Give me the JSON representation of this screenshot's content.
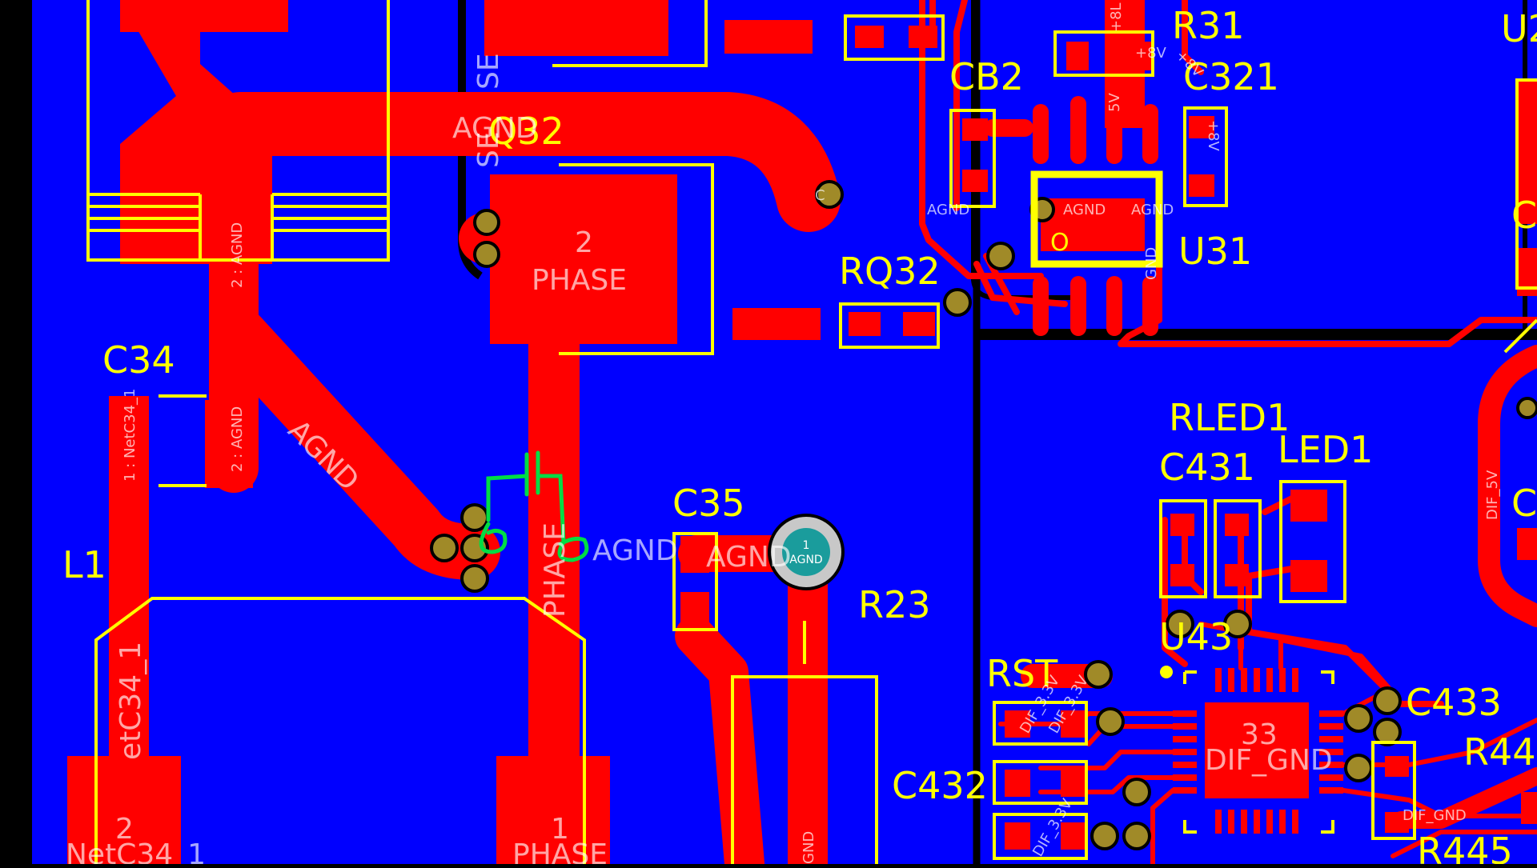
{
  "view": {
    "background_color": "#000000",
    "copper_pour_color": "#0000ff",
    "copper_color": "#ff0000",
    "silkscreen_color": "#ffff00",
    "net_label_color": "#ffffff",
    "via_color": "#a08a28",
    "markup_color": "#00cc33"
  },
  "components": {
    "q32": "Q32",
    "c34": "C34",
    "l1": "L1",
    "c35": "C35",
    "rq32": "RQ32",
    "cb2": "CB2",
    "r31": "R31",
    "c321": "C321",
    "u31": "U31",
    "u2": "U2",
    "r23": "R23",
    "rled1": "RLED1",
    "c431": "C431",
    "led1": "LED1",
    "u43": "U43",
    "rst": "RST",
    "c432": "C432",
    "c433": "C433",
    "r44": "R44",
    "r445": "R445",
    "c_partial_1": "C",
    "c_partial_2": "C"
  },
  "nets": {
    "agnd_q32": "AGND",
    "agnd_diag": "AGND",
    "agnd_mid": "AGND",
    "agnd_c35": "AGND",
    "agnd_u31_a": "AGND",
    "agnd_u31_b": "AGND",
    "agnd_cb2": "AGND",
    "agnd_pin_top": "2 : AGND",
    "agnd_pin_bottom": "2 : AGND",
    "phase_pad": "PHASE",
    "phase_num": "2",
    "phase_trace": "PHASE",
    "phase_pin_num": "1",
    "phase_pin": "PHASE",
    "net_c34_1": "1 : NetC34_1",
    "net_c34_side": "etC34_1",
    "net_c34_num": "2",
    "net_c34_bottom": "NetC34_1",
    "via_agnd_num": "1",
    "via_agnd": "AGND",
    "gnd_r23": "GND",
    "dif_gnd_num": "33",
    "dif_gnd": "DIF_GND",
    "dif_gnd_right": "DIF_GND",
    "dif_5v": "DIF_5V",
    "plus8v_a": "+8V",
    "plus8v_b": "+8V",
    "plus8_rot": "+8L",
    "v_rot": "5V",
    "plus8v_rot2": "+8V",
    "gnd_u31": "GND",
    "dif33_a": "DIF_3.3V",
    "dif33_b": "DIF_3.3V",
    "dif33_c": "DIF_3.3V",
    "sense_frag": "SE",
    "sense_frag2": "SE",
    "c_frag": "C",
    "u31_pin1_mark": "O"
  }
}
